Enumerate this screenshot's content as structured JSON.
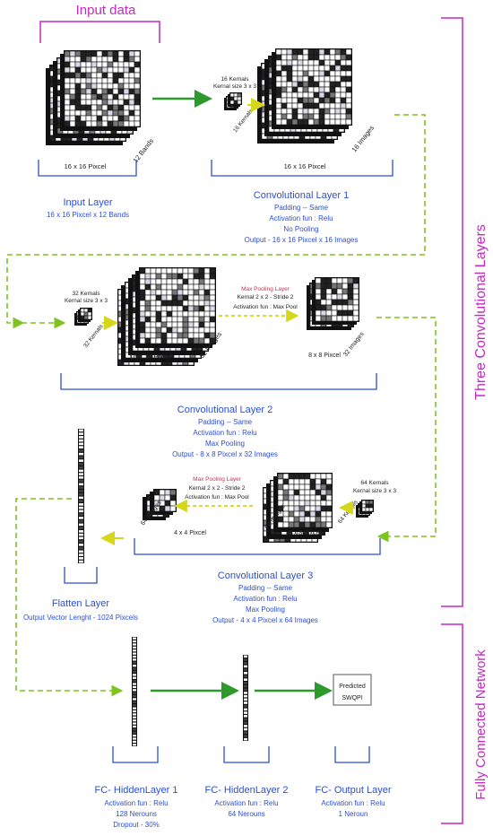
{
  "colors": {
    "blue": "#2b4fd8",
    "magenta": "#c429c4",
    "green": "#2e9a2e",
    "dashed_green": "#7fc31e",
    "yellow": "#d6d61a",
    "red_label": "#c8334a"
  },
  "top": {
    "input_data": "Input data"
  },
  "side": {
    "three_conv": "Three Convolutional Layers",
    "fully_connected": "Fully Connected Network"
  },
  "row1": {
    "input_dims_label": "16 x 16 Pixcel",
    "input_bands_label": "12 Bands",
    "kernel_title": "16 Kernals",
    "kernel_size": "Kernal size 3 x 3",
    "kernel_count_label": "16 Kernals",
    "out_dims_label": "16 x 16 Pixcel",
    "out_images_label": "16 Images"
  },
  "input_layer": {
    "title": "Input Layer",
    "line1": "16 x 16 Pixcel x 12 Bands"
  },
  "conv1": {
    "title": "Convolutional Layer 1",
    "line1": "Padding -- Same",
    "line2": "Activation fun : Relu",
    "line3": "No Pooling",
    "line4": "Output - 16 x 16 Pixcel x 16 Images"
  },
  "row2": {
    "kernel_title": "32 Kernals",
    "kernel_size": "Kernal size 3 x 3",
    "kernel_count_label": "32 Kernals",
    "maxpool_title": "Max Pooling Layer",
    "maxpool_kernel": "Kernal 2 x 2  - Stride 2",
    "maxpool_act": "Activation fun : Max Pool",
    "main_dims_label": "16 x 16 Pixcel",
    "main_images_label": "32 Images",
    "pooled_dims_label": "8 x 8 Pixcel",
    "pooled_images_label": "32 Images"
  },
  "conv2": {
    "title": "Convolutional Layer 2",
    "line1": "Padding -- Same",
    "line2": "Activation fun : Relu",
    "line3": "Max Pooling",
    "line4": "Output - 8 x 8 Pixcel x 32 Images"
  },
  "row3": {
    "kernel_title": "64 Kernals",
    "kernel_size": "Kernal size 3 x 3",
    "kernel_count_label": "64 Kernals",
    "maxpool_title": "Max Pooling Layer",
    "maxpool_kernel": "Kernal 2 x 2  - Stride 2",
    "maxpool_act": "Activation fun : Max Pool",
    "main_dims_label": "8 x 8 Pixcel",
    "main_images_label": "64 Images",
    "pooled_dims_label": "4 x 4 Pixcel",
    "pooled_images_label": "64 Images"
  },
  "conv3": {
    "title": "Convolutional Layer 3",
    "line1": "Padding -- Same",
    "line2": "Activation fun : Relu",
    "line3": "Max Pooling",
    "line4": "Output - 4 x 4 Pixcel x 64 Images"
  },
  "flatten": {
    "title": "Flatten Layer",
    "line1": "Output Vector Lenght - 1024 Pixcels"
  },
  "fc1": {
    "title": "FC- HiddenLayer 1",
    "line1": "Activation fun : Relu",
    "line2": "128 Nerouns",
    "line3": "Dropout - 30%"
  },
  "fc2": {
    "title": "FC- HiddenLayer 2",
    "line1": "Activation fun : Relu",
    "line2": "64 Nerouns"
  },
  "fc_out": {
    "title": "FC- Output Layer",
    "line1": "Activation fun : Relu",
    "line2": "1 Neroun"
  },
  "predicted": {
    "line1": "Predicted",
    "line2": "SWQPI"
  }
}
